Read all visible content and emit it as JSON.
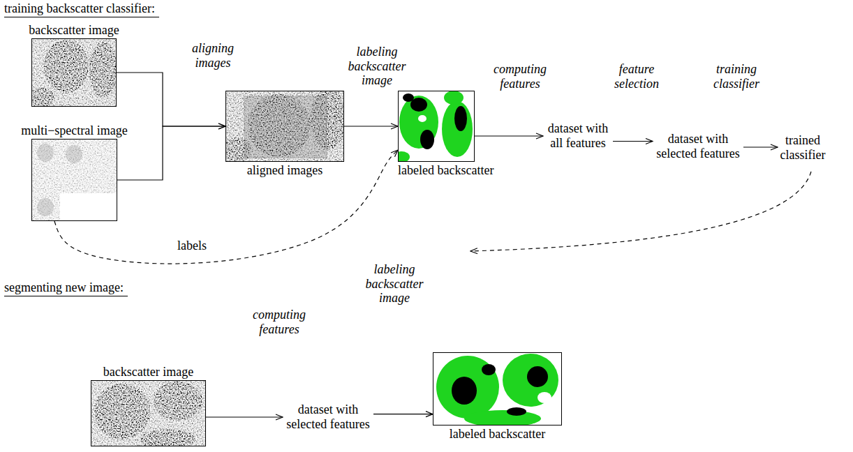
{
  "diagram": {
    "nodes": [
      {
        "text": [
          "backscatter image"
        ]
      },
      {
        "text": [
          "multi−spectral image"
        ]
      },
      {
        "text": [
          "aligned images"
        ]
      },
      {
        "text": [
          "labeled backscatter"
        ]
      },
      {
        "text": [
          "dataset with all features"
        ]
      },
      {
        "text": [
          "dataset with selected features"
        ]
      },
      {
        "text": [
          "trained classifier"
        ]
      },
      {
        "text": [
          "backscatter image"
        ]
      },
      {
        "text": [
          "dataset with selected features"
        ]
      },
      {
        "text": [
          "labeled backscatter"
        ]
      }
    ],
    "edges": [
      {
        "from": 0,
        "to": 2,
        "arrow": "to"
      },
      {
        "from": 1,
        "to": 2,
        "arrow": "to"
      },
      {
        "from": 1,
        "to": 3,
        "label": "labels",
        "arrow": "to"
      },
      {
        "from": 2,
        "to": 3,
        "arrow": "to"
      },
      {
        "from": 3,
        "to": 4,
        "arrow": "to"
      },
      {
        "from": 4,
        "to": 5,
        "arrow": "to"
      },
      {
        "from": 5,
        "to": 6,
        "arrow": "to"
      },
      {
        "from": 7,
        "to": 8,
        "arrow": "to"
      },
      {
        "from": 8,
        "to": 9,
        "arrow": "to"
      }
    ],
    "labels": [
      "training backscatter classifier:",
      "aligning images",
      "labeling backscatter image",
      "computing features",
      "feature selection",
      "training classifier",
      "segmenting new image:",
      "computing features",
      "labeling backscatter image"
    ]
  }
}
